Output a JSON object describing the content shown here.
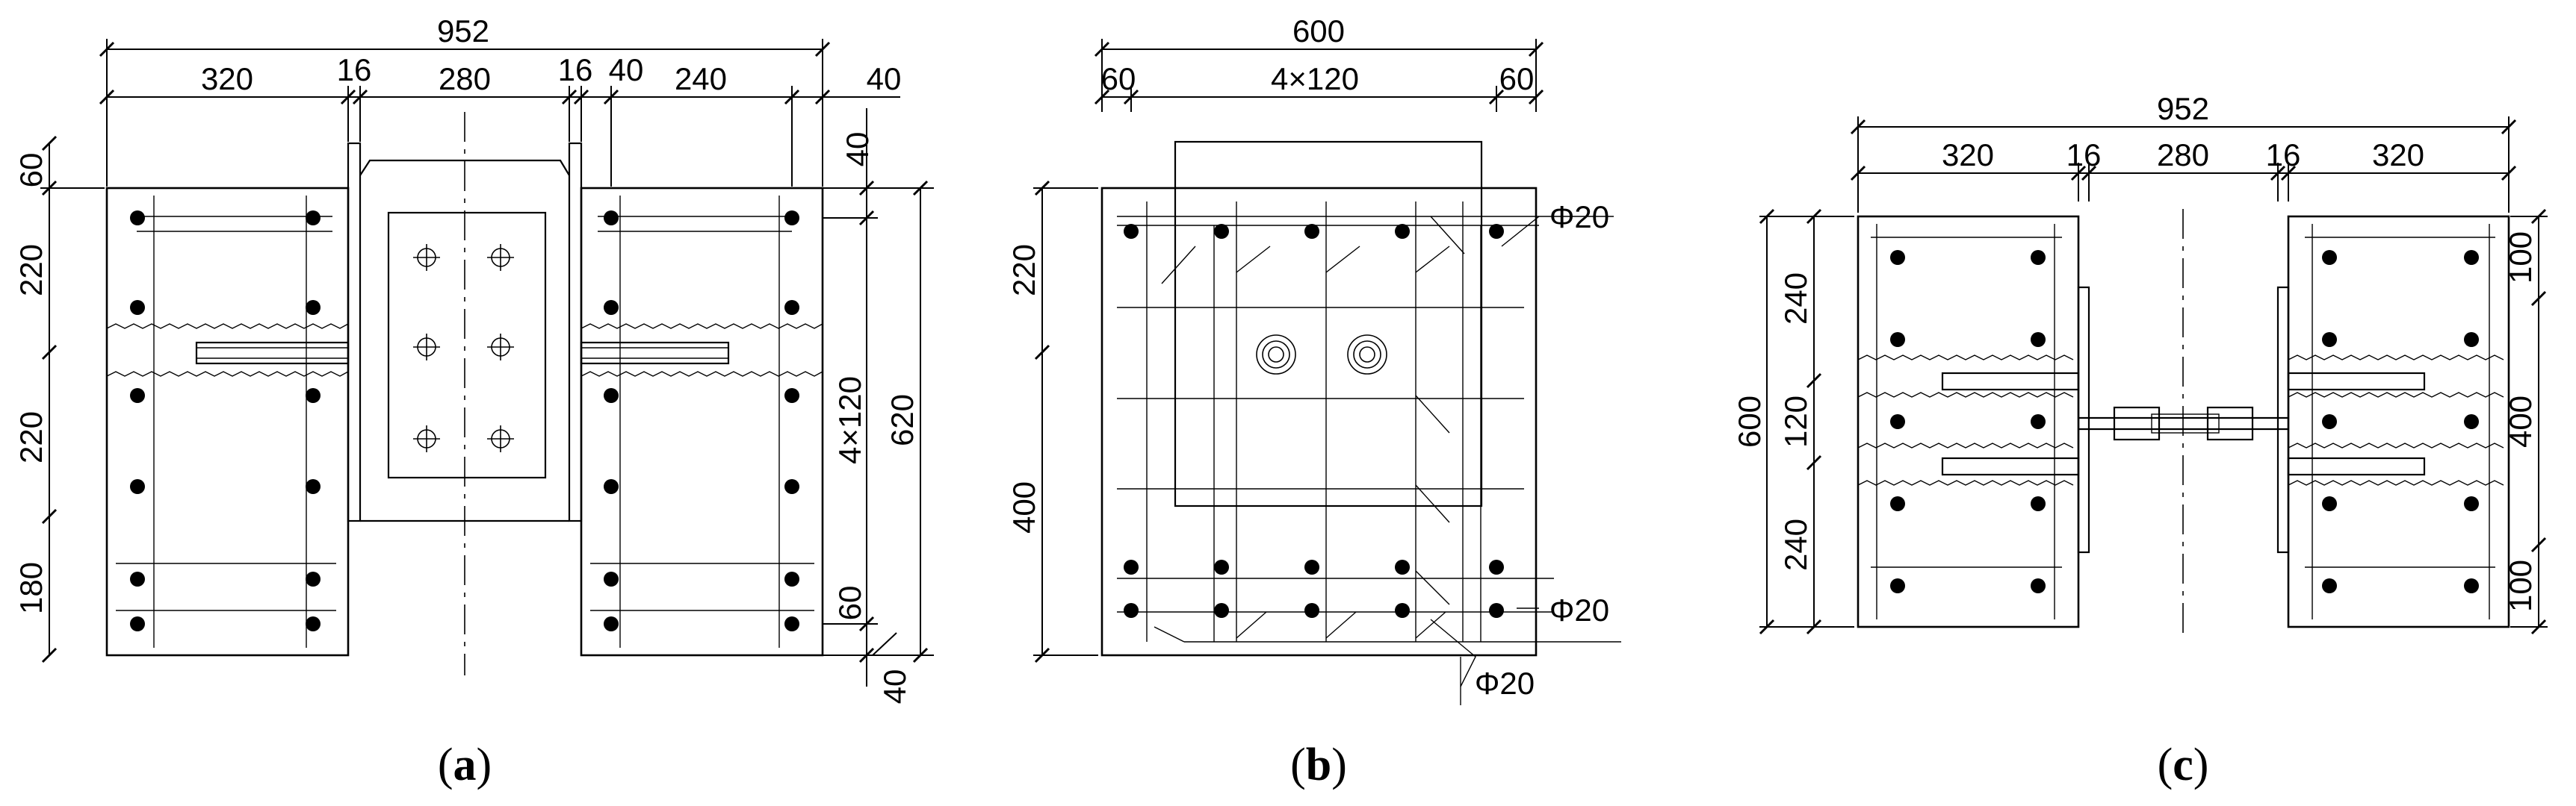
{
  "panel_a": {
    "caption_letter": "a",
    "dims_top": {
      "total": "952",
      "seg_320": "320",
      "seg_16_left": "16",
      "seg_280": "280",
      "seg_16_right": "16",
      "seg_40": "40",
      "seg_240": "240",
      "seg_40_far": "40"
    },
    "dims_left": {
      "d60": "60",
      "d220_top": "220",
      "d220_bot": "220",
      "d180": "180"
    },
    "dims_right": {
      "d40_top": "40",
      "d4x120": "4×120",
      "d620": "620",
      "d60": "60",
      "d40_bot": "40"
    }
  },
  "panel_b": {
    "caption_letter": "b",
    "dims_top": {
      "total": "600",
      "seg_60_left": "60",
      "seg_4x120": "4×120",
      "seg_60_right": "60"
    },
    "dims_left": {
      "d220": "220",
      "d400": "400"
    },
    "rebar_labels": {
      "top": "Φ20",
      "bottom": "Φ20",
      "stirrup": "Φ20"
    }
  },
  "panel_c": {
    "caption_letter": "c",
    "dims_top": {
      "total": "952",
      "seg_320_left": "320",
      "seg_16_left": "16",
      "seg_280": "280",
      "seg_16_right": "16",
      "seg_320_right": "320"
    },
    "dims_left": {
      "d600": "600",
      "d240_top": "240",
      "d120": "120",
      "d240_bot": "240"
    },
    "dims_right": {
      "d100_top": "100",
      "d400": "400",
      "d100_bot": "100"
    }
  }
}
